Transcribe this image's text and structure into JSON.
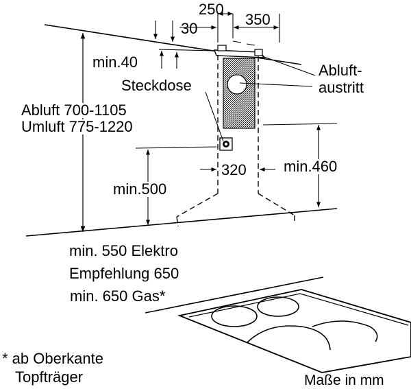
{
  "dimensions": {
    "d250": "250",
    "d350": "350",
    "d30": "30",
    "min40": "min.40",
    "d320": "320",
    "min460": "min.460",
    "min500": "min.500"
  },
  "labels": {
    "abluft_line1": "Abluft-",
    "abluft_line2": "austritt",
    "steckdose": "Steckdose",
    "abluft_range": "Abluft 700-1105",
    "umluft_range": "Umluft 775-1220",
    "note_elektro": "min. 550 Elektro",
    "note_empfehlung": "Empfehlung 650",
    "note_gas": "min. 650 Gas*",
    "footnote_line1": "* ab Oberkante",
    "footnote_line2": "Topfträger",
    "units": "Maße in mm"
  },
  "colors": {
    "line": "#000000",
    "hatch": "#000000",
    "background": "#ffffff"
  }
}
